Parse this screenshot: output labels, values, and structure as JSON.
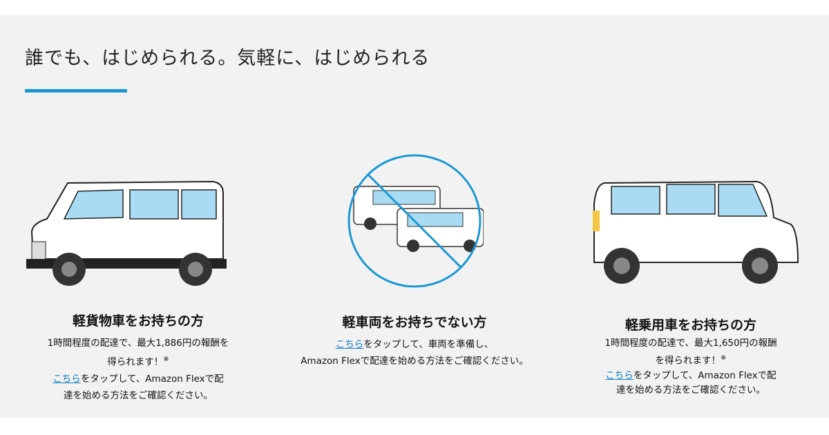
{
  "section": {
    "title": "誰でも、はじめられる。気軽に、はじめられる"
  },
  "cards": [
    {
      "heading": "軽貨物車をお持ちの方",
      "line1": "1時間程度の配達で、最大1,886円の報酬を",
      "line2": "得られます！",
      "note_mark": "※",
      "link": "こちら",
      "line3": "をタップして、Amazon Flexで配",
      "line4": "達を始める方法をご確認ください。"
    },
    {
      "heading": "軽車両をお持ちでない方",
      "link": "こちら",
      "line1": "をタップして、車両を準備し、",
      "line2": "Amazon Flexで配達を始める方法をご確認ください。"
    },
    {
      "heading": "軽乗用車をお持ちの方",
      "line1": "1時間程度の配達で、最大1,650円の報酬",
      "line2": "を得られます！",
      "note_mark": "※",
      "link": "こちら",
      "line3": "をタップして、Amazon Flexで配",
      "line4": "達を始める方法をご確認ください。"
    }
  ],
  "colors": {
    "accent": "#1a98d5",
    "link": "#0b7bc1",
    "background": "#f2f2f2"
  }
}
